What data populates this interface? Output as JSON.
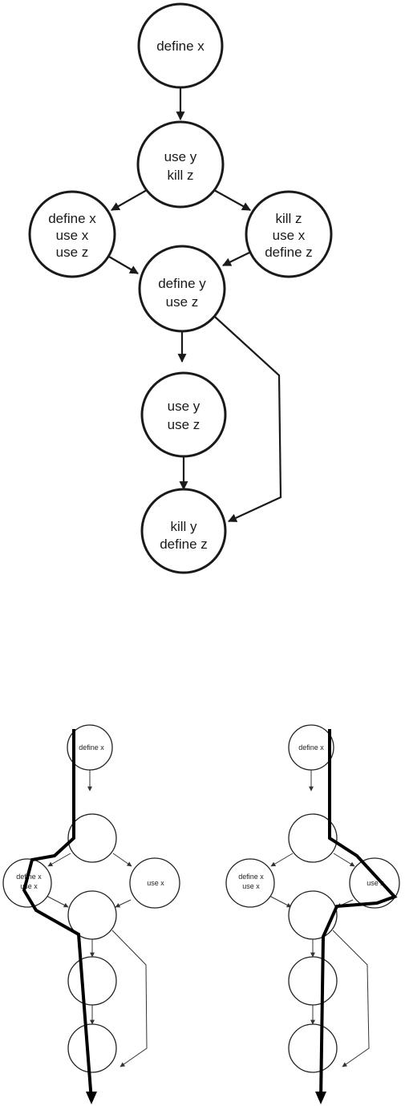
{
  "top_graph": {
    "nodes": {
      "n1": [
        "define x"
      ],
      "n2": [
        "use y",
        "kill z"
      ],
      "n3": [
        "define x",
        "use x",
        "use z"
      ],
      "n4": [
        "kill z",
        "use x",
        "define z"
      ],
      "n5": [
        "define y",
        "use z"
      ],
      "n6": [
        "use y",
        "use z"
      ],
      "n7": [
        "kill y",
        "define z"
      ]
    }
  },
  "left_graph": {
    "nodes": {
      "n1": [
        "define x"
      ],
      "n3": [
        "define x",
        "use x"
      ],
      "n4": [
        "use x"
      ]
    }
  },
  "right_graph": {
    "nodes": {
      "n1": [
        "define x"
      ],
      "n3": [
        "define x",
        "use x"
      ],
      "n4": [
        "use x"
      ]
    }
  }
}
